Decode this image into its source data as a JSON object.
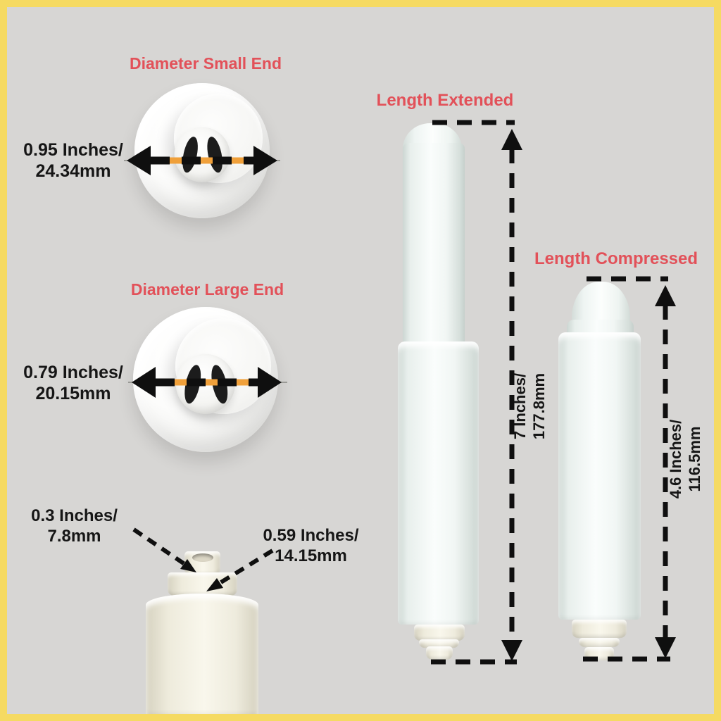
{
  "colors": {
    "border_yellow": "#f5da62",
    "background_gray": "#d7d6d4",
    "heading_red": "#e25159",
    "text_black": "#161616",
    "arrow_black": "#0f0f0f",
    "arrow_orange": "#f0a03a"
  },
  "icons": {
    "diameter_arrow": "double-headed-dashed-arrow",
    "measure_extent_arrow": "vertical-dashed-extent-arrow",
    "pointer_arrow": "dashed-pointer-arrow"
  },
  "small_end": {
    "title": "Diameter Small End",
    "value_inches": "0.95 Inches/",
    "value_mm": "24.34mm"
  },
  "large_end": {
    "title": "Diameter Large End",
    "value_inches": "0.79 Inches/",
    "value_mm": "20.15mm"
  },
  "tip_closeup": {
    "small_value_inches": "0.3 Inches/",
    "small_value_mm": "7.8mm",
    "large_value_inches": "0.59 Inches/",
    "large_value_mm": "14.15mm"
  },
  "extended": {
    "title": "Length Extended",
    "value_inches": "7 Inches/",
    "value_mm": "177.8mm"
  },
  "compressed": {
    "title": "Length Compressed",
    "value_inches": "4.6 Inches/",
    "value_mm": "116.5mm"
  }
}
